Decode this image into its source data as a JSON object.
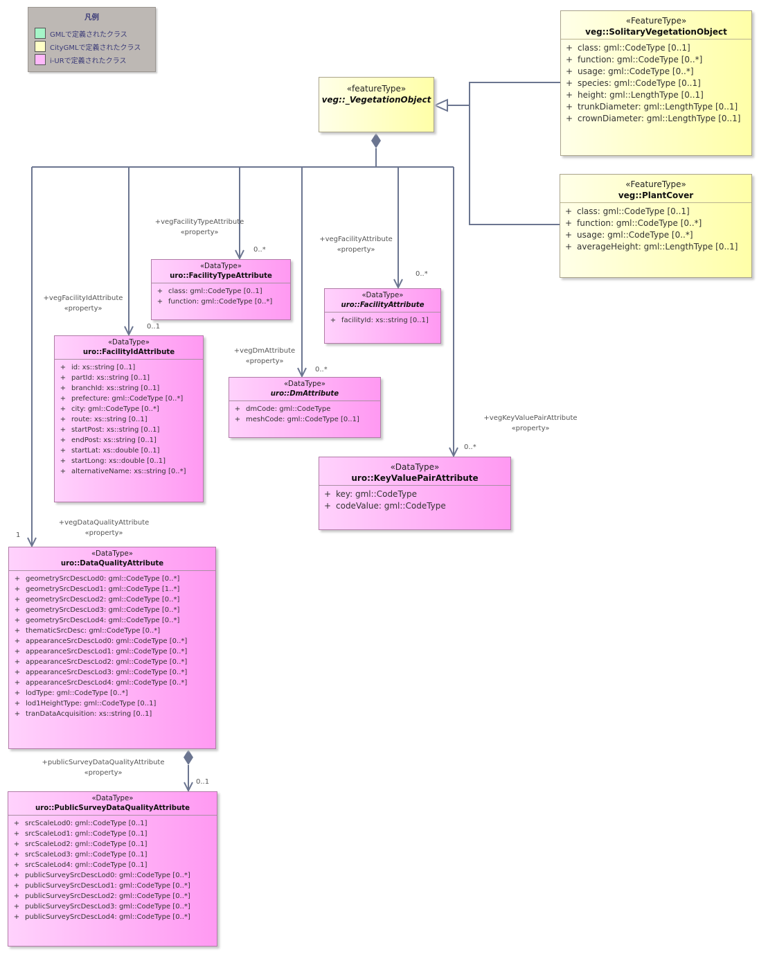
{
  "legend": {
    "title": "凡例",
    "items": [
      {
        "label": "GMLで定義されたクラス",
        "color": "#a6f5c8"
      },
      {
        "label": "CityGMLで定義されたクラス",
        "color": "#ffffc6"
      },
      {
        "label": "i-URで定義されたクラス",
        "color": "#ffb9fa"
      }
    ]
  },
  "classes": {
    "vegetation_object": {
      "stereotype": "«featureType»",
      "name": "veg::_VegetationObject",
      "attributes": []
    },
    "solitary_vegetation_object": {
      "stereotype": "«FeatureType»",
      "name": "veg::SolitaryVegetationObject",
      "attributes": [
        {
          "vis": "+",
          "text": "class: gml::CodeType [0..1]"
        },
        {
          "vis": "+",
          "text": "function: gml::CodeType [0..*]"
        },
        {
          "vis": "+",
          "text": "usage: gml::CodeType [0..*]"
        },
        {
          "vis": "+",
          "text": "species: gml::CodeType [0..1]"
        },
        {
          "vis": "+",
          "text": "height: gml::LengthType [0..1]"
        },
        {
          "vis": "+",
          "text": "trunkDiameter: gml::LengthType [0..1]"
        },
        {
          "vis": "+",
          "text": "crownDiameter: gml::LengthType [0..1]"
        }
      ]
    },
    "plant_cover": {
      "stereotype": "«FeatureType»",
      "name": "veg::PlantCover",
      "attributes": [
        {
          "vis": "+",
          "text": "class: gml::CodeType [0..1]"
        },
        {
          "vis": "+",
          "text": "function: gml::CodeType [0..*]"
        },
        {
          "vis": "+",
          "text": "usage: gml::CodeType [0..*]"
        },
        {
          "vis": "+",
          "text": "averageHeight: gml::LengthType [0..1]"
        }
      ]
    },
    "facility_type_attribute": {
      "stereotype": "«DataType»",
      "name": "uro::FacilityTypeAttribute",
      "attributes": [
        {
          "vis": "+",
          "text": "class: gml::CodeType [0..1]"
        },
        {
          "vis": "+",
          "text": "function: gml::CodeType [0..*]"
        }
      ]
    },
    "facility_attribute": {
      "stereotype": "«DataType»",
      "name": "uro::FacilityAttribute",
      "attributes": [
        {
          "vis": "+",
          "text": "facilityId: xs::string [0..1]"
        }
      ]
    },
    "facility_id_attribute": {
      "stereotype": "«DataType»",
      "name": "uro::FacilityIdAttribute",
      "attributes": [
        {
          "vis": "+",
          "text": "id: xs::string [0..1]"
        },
        {
          "vis": "+",
          "text": "partId: xs::string [0..1]"
        },
        {
          "vis": "+",
          "text": "branchId: xs::string [0..1]"
        },
        {
          "vis": "+",
          "text": "prefecture: gml::CodeType [0..*]"
        },
        {
          "vis": "+",
          "text": "city: gml::CodeType [0..*]"
        },
        {
          "vis": "+",
          "text": "route: xs::string [0..1]"
        },
        {
          "vis": "+",
          "text": "startPost: xs::string [0..1]"
        },
        {
          "vis": "+",
          "text": "endPost: xs::string [0..1]"
        },
        {
          "vis": "+",
          "text": "startLat: xs::double [0..1]"
        },
        {
          "vis": "+",
          "text": "startLong: xs::double [0..1]"
        },
        {
          "vis": "+",
          "text": "alternativeName: xs::string [0..*]"
        }
      ]
    },
    "dm_attribute": {
      "stereotype": "«DataType»",
      "name": "uro::DmAttribute",
      "attributes": [
        {
          "vis": "+",
          "text": "dmCode: gml::CodeType"
        },
        {
          "vis": "+",
          "text": "meshCode: gml::CodeType [0..1]"
        }
      ]
    },
    "key_value_pair_attribute": {
      "stereotype": "«DataType»",
      "name": "uro::KeyValuePairAttribute",
      "attributes": [
        {
          "vis": "+",
          "text": "key: gml::CodeType"
        },
        {
          "vis": "+",
          "text": "codeValue: gml::CodeType"
        }
      ]
    },
    "data_quality_attribute": {
      "stereotype": "«DataType»",
      "name": "uro::DataQualityAttribute",
      "attributes": [
        {
          "vis": "+",
          "text": "geometrySrcDescLod0: gml::CodeType [0..*]"
        },
        {
          "vis": "+",
          "text": "geometrySrcDescLod1: gml::CodeType [1..*]"
        },
        {
          "vis": "+",
          "text": "geometrySrcDescLod2: gml::CodeType [0..*]"
        },
        {
          "vis": "+",
          "text": "geometrySrcDescLod3: gml::CodeType [0..*]"
        },
        {
          "vis": "+",
          "text": "geometrySrcDescLod4: gml::CodeType [0..*]"
        },
        {
          "vis": "+",
          "text": "thematicSrcDesc: gml::CodeType [0..*]"
        },
        {
          "vis": "+",
          "text": "appearanceSrcDescLod0: gml::CodeType [0..*]"
        },
        {
          "vis": "+",
          "text": "appearanceSrcDescLod1: gml::CodeType [0..*]"
        },
        {
          "vis": "+",
          "text": "appearanceSrcDescLod2: gml::CodeType [0..*]"
        },
        {
          "vis": "+",
          "text": "appearanceSrcDescLod3: gml::CodeType [0..*]"
        },
        {
          "vis": "+",
          "text": "appearanceSrcDescLod4: gml::CodeType [0..*]"
        },
        {
          "vis": "+",
          "text": "lodType: gml::CodeType [0..*]"
        },
        {
          "vis": "+",
          "text": "lod1HeightType: gml::CodeType [0..1]"
        },
        {
          "vis": "+",
          "text": "tranDataAcquisition: xs::string [0..1]"
        }
      ]
    },
    "public_survey_data_quality_attribute": {
      "stereotype": "«DataType»",
      "name": "uro::PublicSurveyDataQualityAttribute",
      "attributes": [
        {
          "vis": "+",
          "text": "srcScaleLod0: gml::CodeType [0..1]"
        },
        {
          "vis": "+",
          "text": "srcScaleLod1: gml::CodeType [0..1]"
        },
        {
          "vis": "+",
          "text": "srcScaleLod2: gml::CodeType [0..1]"
        },
        {
          "vis": "+",
          "text": "srcScaleLod3: gml::CodeType [0..1]"
        },
        {
          "vis": "+",
          "text": "srcScaleLod4: gml::CodeType [0..1]"
        },
        {
          "vis": "+",
          "text": "publicSurveySrcDescLod0: gml::CodeType [0..*]"
        },
        {
          "vis": "+",
          "text": "publicSurveySrcDescLod1: gml::CodeType [0..*]"
        },
        {
          "vis": "+",
          "text": "publicSurveySrcDescLod2: gml::CodeType [0..*]"
        },
        {
          "vis": "+",
          "text": "publicSurveySrcDescLod3: gml::CodeType [0..*]"
        },
        {
          "vis": "+",
          "text": "publicSurveySrcDescLod4: gml::CodeType [0..*]"
        }
      ]
    }
  },
  "associations": {
    "veg_facility_type": {
      "role": "+vegFacilityTypeAttribute",
      "stereotype": "«property»",
      "multiplicity": "0..*"
    },
    "veg_facility": {
      "role": "+vegFacilityAttribute",
      "stereotype": "«property»",
      "multiplicity": "0..*"
    },
    "veg_facility_id": {
      "role": "+vegFacilityIdAttribute",
      "stereotype": "«property»",
      "multiplicity": "0..1"
    },
    "veg_dm": {
      "role": "+vegDmAttribute",
      "stereotype": "«property»",
      "multiplicity": "0..*"
    },
    "veg_key_value_pair": {
      "role": "+vegKeyValuePairAttribute",
      "stereotype": "«property»",
      "multiplicity": "0..*"
    },
    "veg_data_quality": {
      "role": "+vegDataQualityAttribute",
      "stereotype": "«property»",
      "multiplicity": "1"
    },
    "public_survey_data_quality": {
      "role": "+publicSurveyDataQualityAttribute",
      "stereotype": "«property»",
      "multiplicity": "0..1"
    }
  },
  "colors": {
    "line": "#6b7590",
    "datatype_fill_start": "#ffd2fc",
    "datatype_fill_end": "#ff99f2",
    "featuretype_fill_start": "#ffffe8",
    "featuretype_fill_end": "#ffffa8",
    "legend_bg": "#bdb8b4"
  }
}
